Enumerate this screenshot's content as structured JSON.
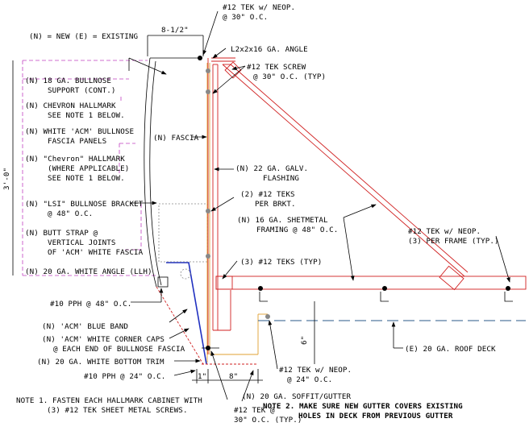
{
  "legend": "(N) = NEW   (E) = EXISTING",
  "dim_top": "8-1/2\"",
  "dim_height": "3'-0\"",
  "dim_6": "6\"",
  "dim_1": "1\"",
  "dim_8": "8\"",
  "labels": {
    "tek_neop_top_1": "#12 TEK w/ NEOP.",
    "tek_neop_top_2": "@ 30\" O.C.",
    "angle": "L2x2x16 GA. ANGLE",
    "tek_screw_1": "#12 TEK SCREW",
    "tek_screw_2": "@ 30\" O.C. (TYP)",
    "bullnose_support_1": "(N) 18 GA. BULLNOSE",
    "bullnose_support_2": "SUPPORT (CONT.)",
    "chevron_1": "(N) CHEVRON HALLMARK",
    "chevron_2": "SEE NOTE 1 BELOW.",
    "white_acm_1": "(N) WHITE 'ACM' BULLNOSE",
    "white_acm_2": "FASCIA PANELS",
    "fascia": "(N) FASCIA",
    "chevron_q_1": "(N) \"Chevron\" HALLMARK",
    "chevron_q_2": "(WHERE APPLICABLE)",
    "chevron_q_3": "SEE NOTE 1 BELOW.",
    "flashing_1": "(N) 22 GA. GALV.",
    "flashing_2": "FLASHING",
    "lsi_1": "(N) \"LSI\" BULLNOSE BRACKET",
    "lsi_2": "@ 48\" O.C.",
    "teks_brkt_1": "(2) #12 TEKS",
    "teks_brkt_2": "PER BRKT.",
    "butt_1": "(N) BUTT STRAP @",
    "butt_2": "VERTICAL JOINTS",
    "butt_3": "OF 'ACM' WHITE FASCIA",
    "framing_1": "(N) 16 GA. SHETMETAL",
    "framing_2": "FRAMING @ 48\" O.C.",
    "tek_frame_1": "#12 TEK w/ NEOP.",
    "tek_frame_2": "(3) PER FRAME (TYP.)",
    "white_angle": "(N) 20 GA. WHITE ANGLE (LLH)",
    "teks_typ": "(3) #12 TEKS (TYP)",
    "pph48": "#10 PPH @ 48\" O.C.",
    "blue_band": "(N) 'ACM' BLUE BAND",
    "corner_caps_1": "(N) 'ACM' WHITE CORNER CAPS",
    "corner_caps_2": "@ EACH END OF BULLNOSE FASCIA",
    "roof_deck": "(E) 20 GA. ROOF DECK",
    "bottom_trim": "(N) 20 GA. WHITE BOTTOM TRIM",
    "tek_neop_24_1": "#12 TEK w/ NEOP.",
    "tek_neop_24_2": "@ 24\" O.C.",
    "pph24": "#10 PPH @ 24\" O.C.",
    "soffit": "(N) 20 GA. SOFFIT/GUTTER",
    "tek_30_1": "#12 TEK @",
    "tek_30_2": "30\" O.C. (TYP.)"
  },
  "notes": {
    "note1_1": "NOTE 1. FASTEN EACH HALLMARK CABINET WITH",
    "note1_2": "(3) #12 TEK SHEET METAL SCREWS.",
    "note2_1": "NOTE 2. MAKE SURE NEW GUTTER COVERS EXISTING",
    "note2_2": "HOLES IN DECK FROM PREVIOUS GUTTER"
  }
}
